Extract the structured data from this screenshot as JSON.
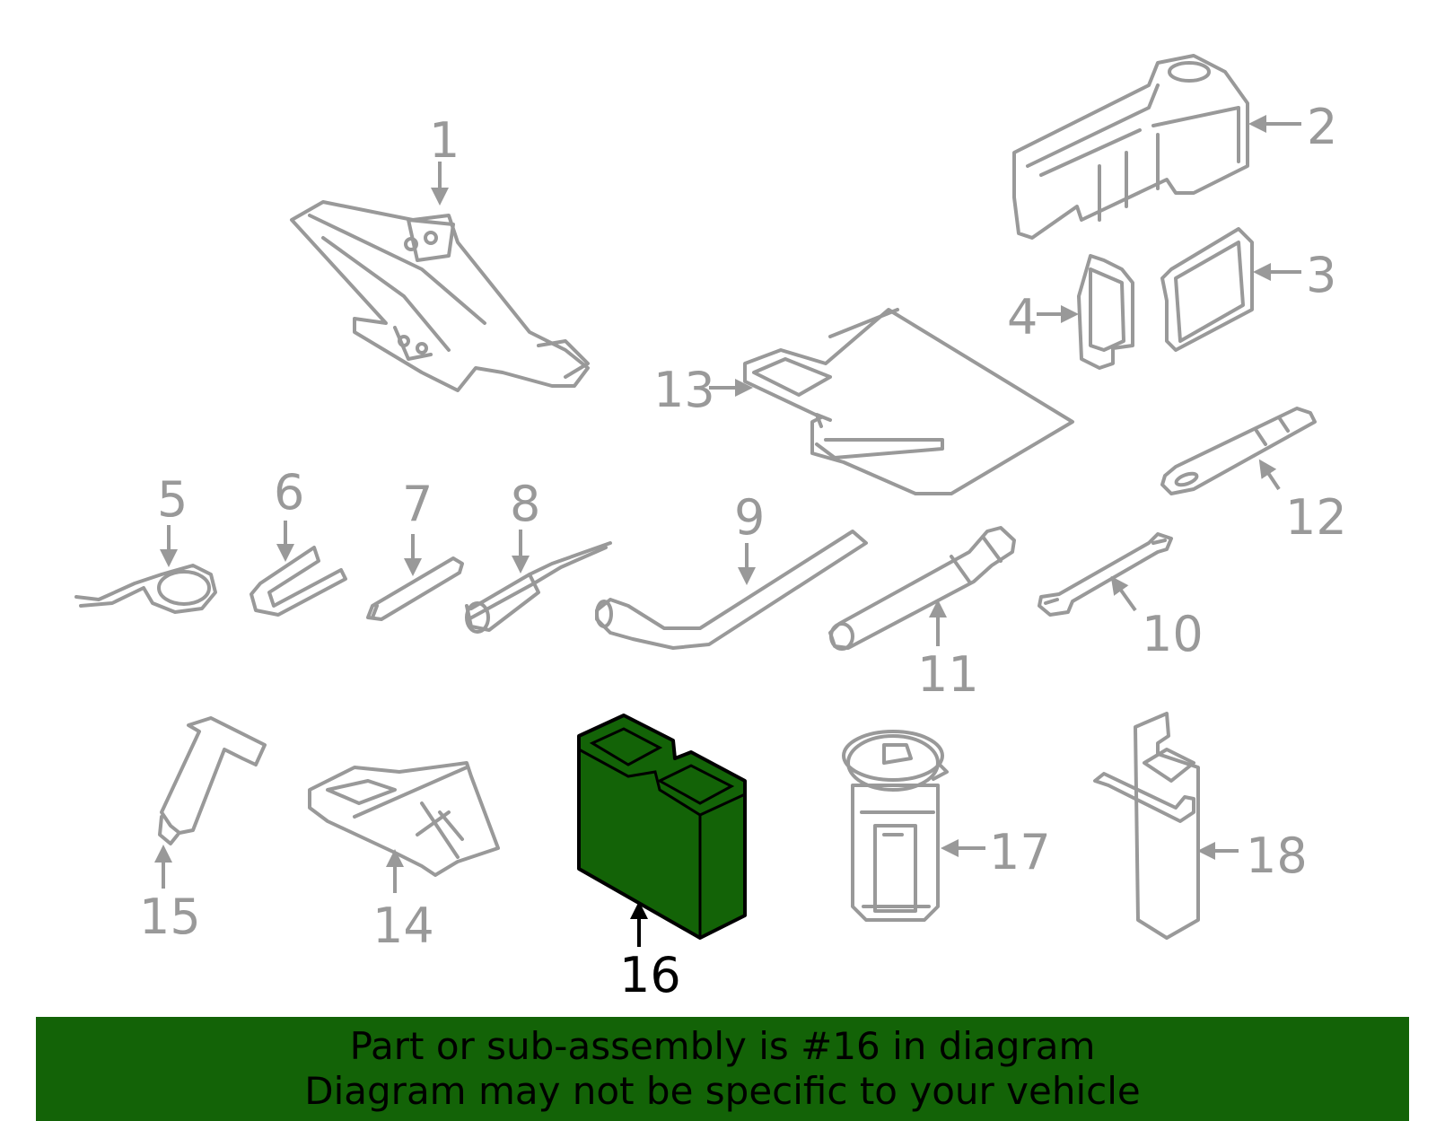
{
  "diagram": {
    "callouts": [
      "1",
      "2",
      "3",
      "4",
      "5",
      "6",
      "7",
      "8",
      "9",
      "10",
      "11",
      "12",
      "13",
      "14",
      "15",
      "16",
      "17",
      "18"
    ],
    "highlighted_callout": "16",
    "colors": {
      "highlight": "#136307",
      "line": "#999999",
      "text": "#000000"
    }
  },
  "banner": {
    "line1": "Part or sub-assembly is #16 in diagram",
    "line2": "Diagram may not be specific to your vehicle"
  }
}
